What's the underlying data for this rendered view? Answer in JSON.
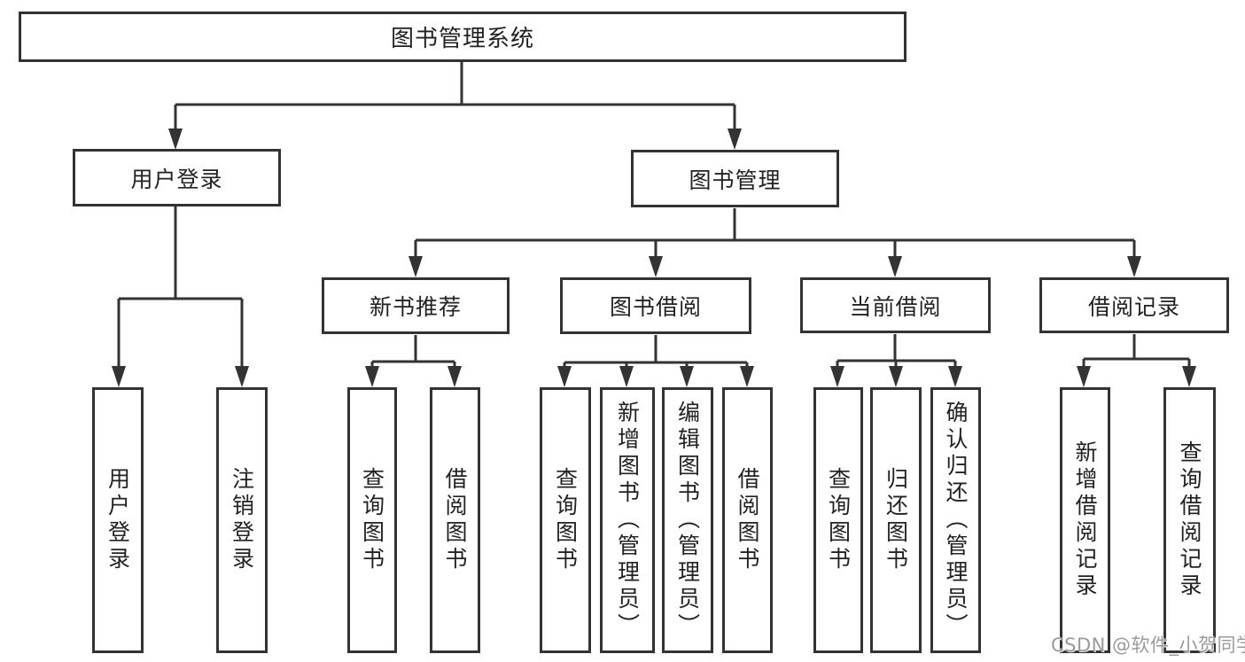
{
  "diagram": {
    "root": "图书管理系统",
    "user_login": {
      "label": "用户登录",
      "children": [
        "用户登录",
        "注销登录"
      ]
    },
    "book_mgmt": {
      "label": "图书管理",
      "sections": {
        "new_book": {
          "label": "新书推荐",
          "children": [
            "查询图书",
            "借阅图书"
          ]
        },
        "borrow": {
          "label": "图书借阅",
          "children": [
            "查询图书",
            "新增图书（管理员）",
            "编辑图书（管理员）",
            "借阅图书"
          ]
        },
        "current": {
          "label": "当前借阅",
          "children": [
            "查询图书",
            "归还图书",
            "确认归还（管理员）"
          ]
        },
        "records": {
          "label": "借阅记录",
          "children": [
            "新增借阅记录",
            "查询借阅记录"
          ]
        }
      }
    }
  },
  "watermark": {
    "text": "CSDN @软件_小贺同学"
  },
  "colors": {
    "line": "#333333",
    "text": "#222222",
    "box_background": "#ffffff",
    "page_background": "#ffffff",
    "watermark": "#9b9b9b"
  }
}
